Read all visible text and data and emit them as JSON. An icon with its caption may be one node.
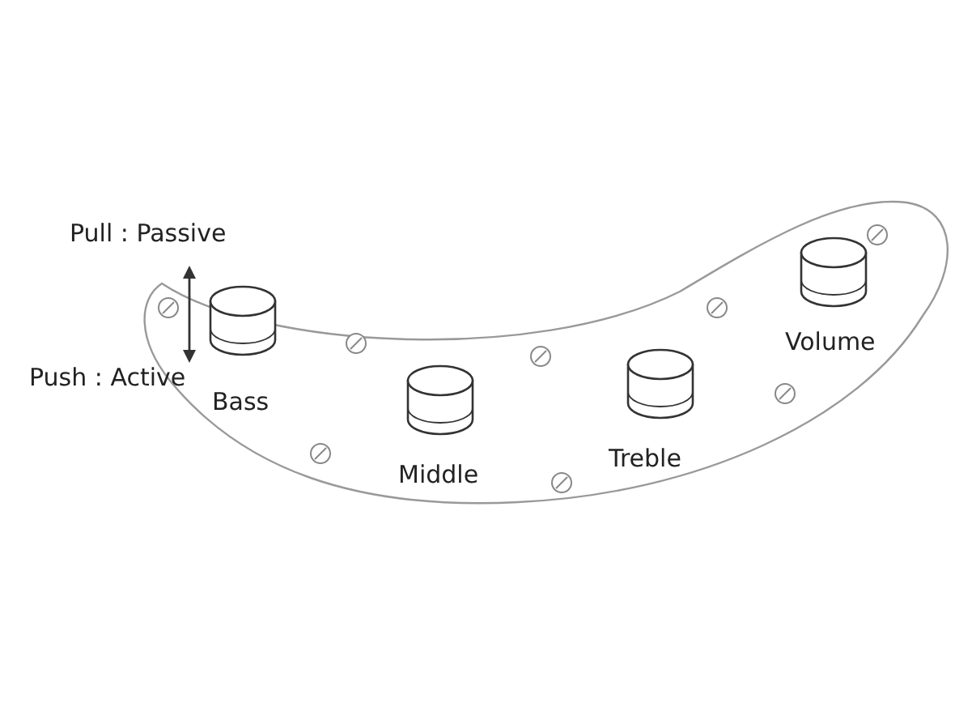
{
  "diagram": {
    "labels": [
      "Pull : Passive",
      "Push : Active",
      "Bass",
      "Middle",
      "Treble",
      "Volume"
    ]
  }
}
